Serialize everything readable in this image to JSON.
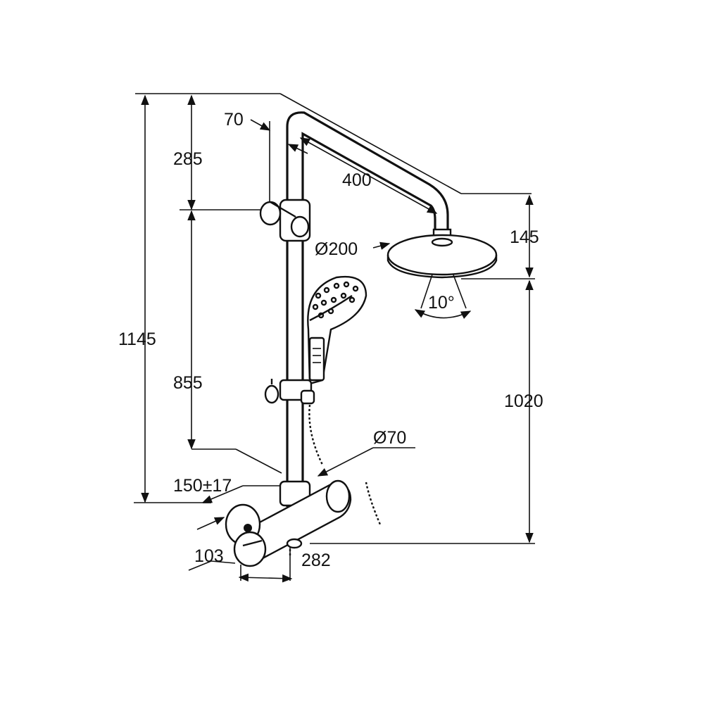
{
  "dimensions": {
    "total_height": "1145",
    "top_to_slider": "285",
    "slider_to_mixer": "855",
    "wall_offset": "70",
    "arm_length": "400",
    "head_diameter": "Ø200",
    "head_drop": "145",
    "head_height": "1020",
    "tilt_angle": "10°",
    "inlet_diameter": "Ø70",
    "inlet_spacing": "150±17",
    "mixer_depth": "103",
    "mixer_length": "282"
  }
}
